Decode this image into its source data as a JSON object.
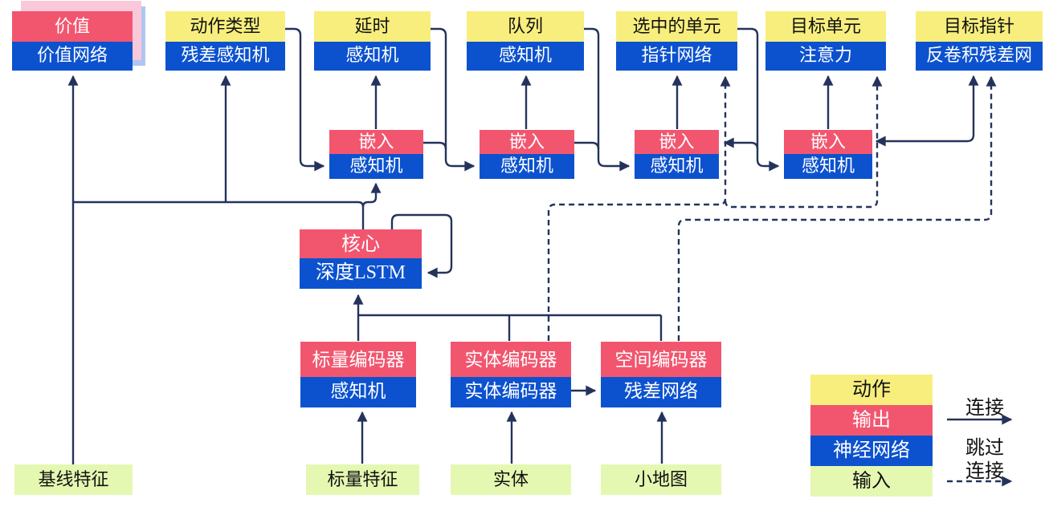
{
  "heads": [
    {
      "top": "价值",
      "bottom": "价值网络"
    },
    {
      "top": "动作类型",
      "bottom": "残差感知机"
    },
    {
      "top": "延时",
      "bottom": "感知机"
    },
    {
      "top": "队列",
      "bottom": "感知机"
    },
    {
      "top": "选中的单元",
      "bottom": "指针网络"
    },
    {
      "top": "目标单元",
      "bottom": "注意力"
    },
    {
      "top": "目标指针",
      "bottom": "反卷积残差网"
    }
  ],
  "embeds": [
    {
      "top": "嵌入",
      "bottom": "感知机"
    },
    {
      "top": "嵌入",
      "bottom": "感知机"
    },
    {
      "top": "嵌入",
      "bottom": "感知机"
    },
    {
      "top": "嵌入",
      "bottom": "感知机"
    }
  ],
  "core": {
    "top": "核心",
    "bottom": "深度LSTM"
  },
  "encoders": [
    {
      "top": "标量编码器",
      "bottom": "感知机"
    },
    {
      "top": "实体编码器",
      "bottom": "实体编码器"
    },
    {
      "top": "空间编码器",
      "bottom": "残差网络"
    }
  ],
  "inputs": [
    "基线特征",
    "标量特征",
    "实体",
    "小地图"
  ],
  "legend": {
    "swatches": [
      {
        "label": "动作",
        "color_key": "action_yellow"
      },
      {
        "label": "输出",
        "color_key": "output_red"
      },
      {
        "label": "神经网络",
        "color_key": "network_blue"
      },
      {
        "label": "输入",
        "color_key": "input_green"
      }
    ],
    "solid_arrow_label": "连接",
    "dashed_arrow_label_line1": "跳过",
    "dashed_arrow_label_line2": "连接"
  },
  "colors": {
    "action_yellow": "#F7EE7E",
    "output_red": "#F2566F",
    "network_blue": "#0C52CF",
    "input_green": "#E5F8B1",
    "connector_navy": "#24335C",
    "ghost_pink": "#F9C9DA",
    "ghost_blue": "#AFC6F2"
  }
}
